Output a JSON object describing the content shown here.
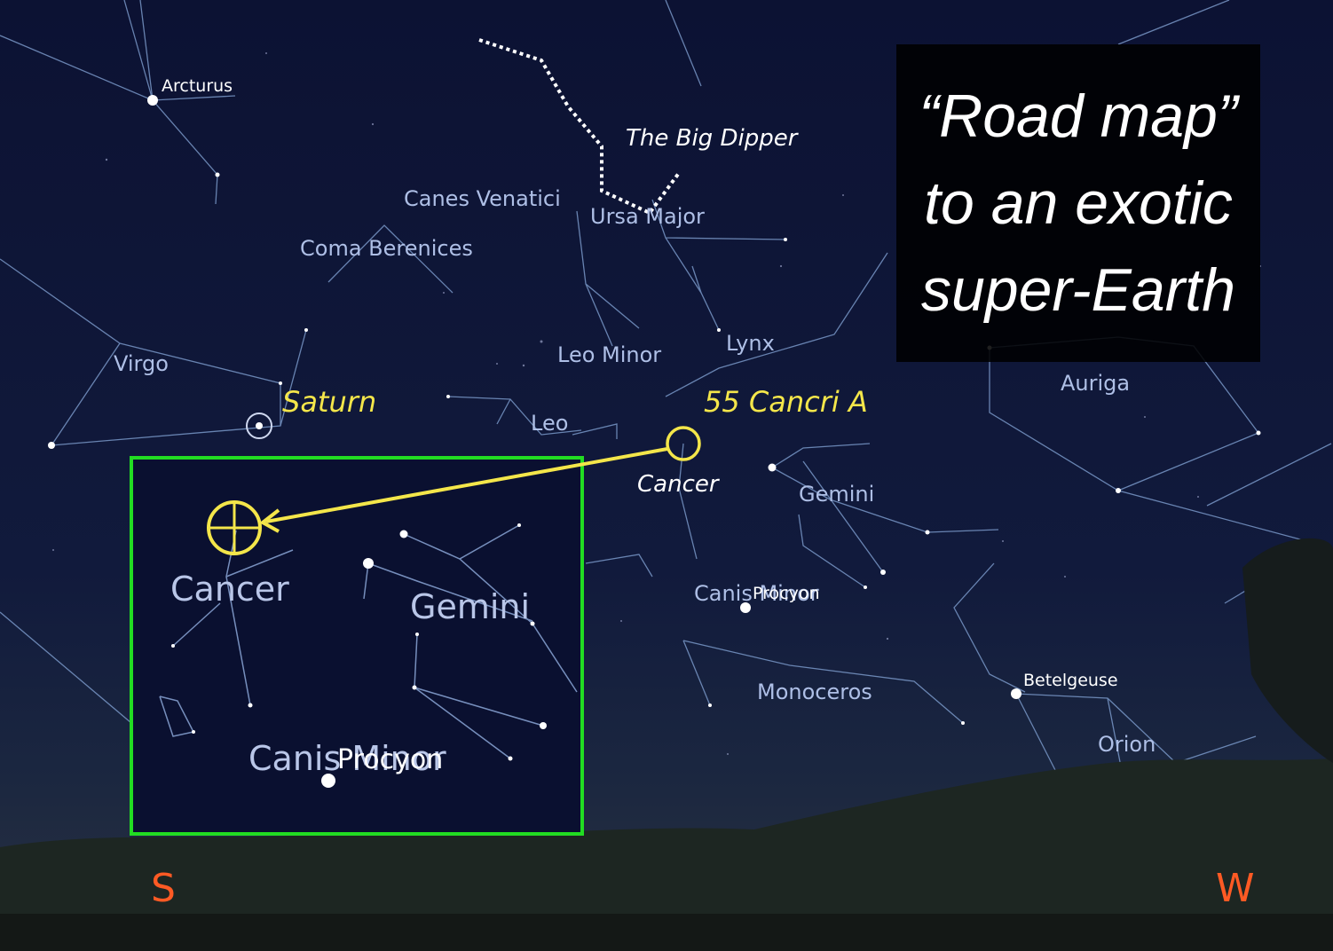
{
  "title": {
    "line1": "“Road map”",
    "line2": "to an exotic",
    "line3": "super-Earth"
  },
  "labels": {
    "arcturus": "Arcturus",
    "canes_venatici": "Canes Venatici",
    "coma_berenices": "Coma Berenices",
    "ursa_major": "Ursa Major",
    "big_dipper": "The Big Dipper",
    "virgo": "Virgo",
    "leo_minor": "Leo Minor",
    "lynx": "Lynx",
    "leo": "Leo",
    "auriga": "Auriga",
    "saturn": "Saturn",
    "cancri_a": "55 Cancri A",
    "cancer": "Cancer",
    "gemini": "Gemini",
    "canis_minor": "Canis Minor",
    "procyon": "Procyon",
    "monoceros": "Monoceros",
    "betelgeuse": "Betelgeuse",
    "orion": "Orion"
  },
  "inset": {
    "cancer": "Cancer",
    "gemini": "Gemini",
    "canis_minor": "Canis Minor",
    "procyon": "Procyon"
  },
  "compass": {
    "south": "S",
    "west": "W"
  },
  "colors": {
    "highlight_yellow": "#f4e64a",
    "inset_border_green": "#22dd22",
    "compass_orange": "#ff5a24",
    "sky": "#0c1233"
  }
}
